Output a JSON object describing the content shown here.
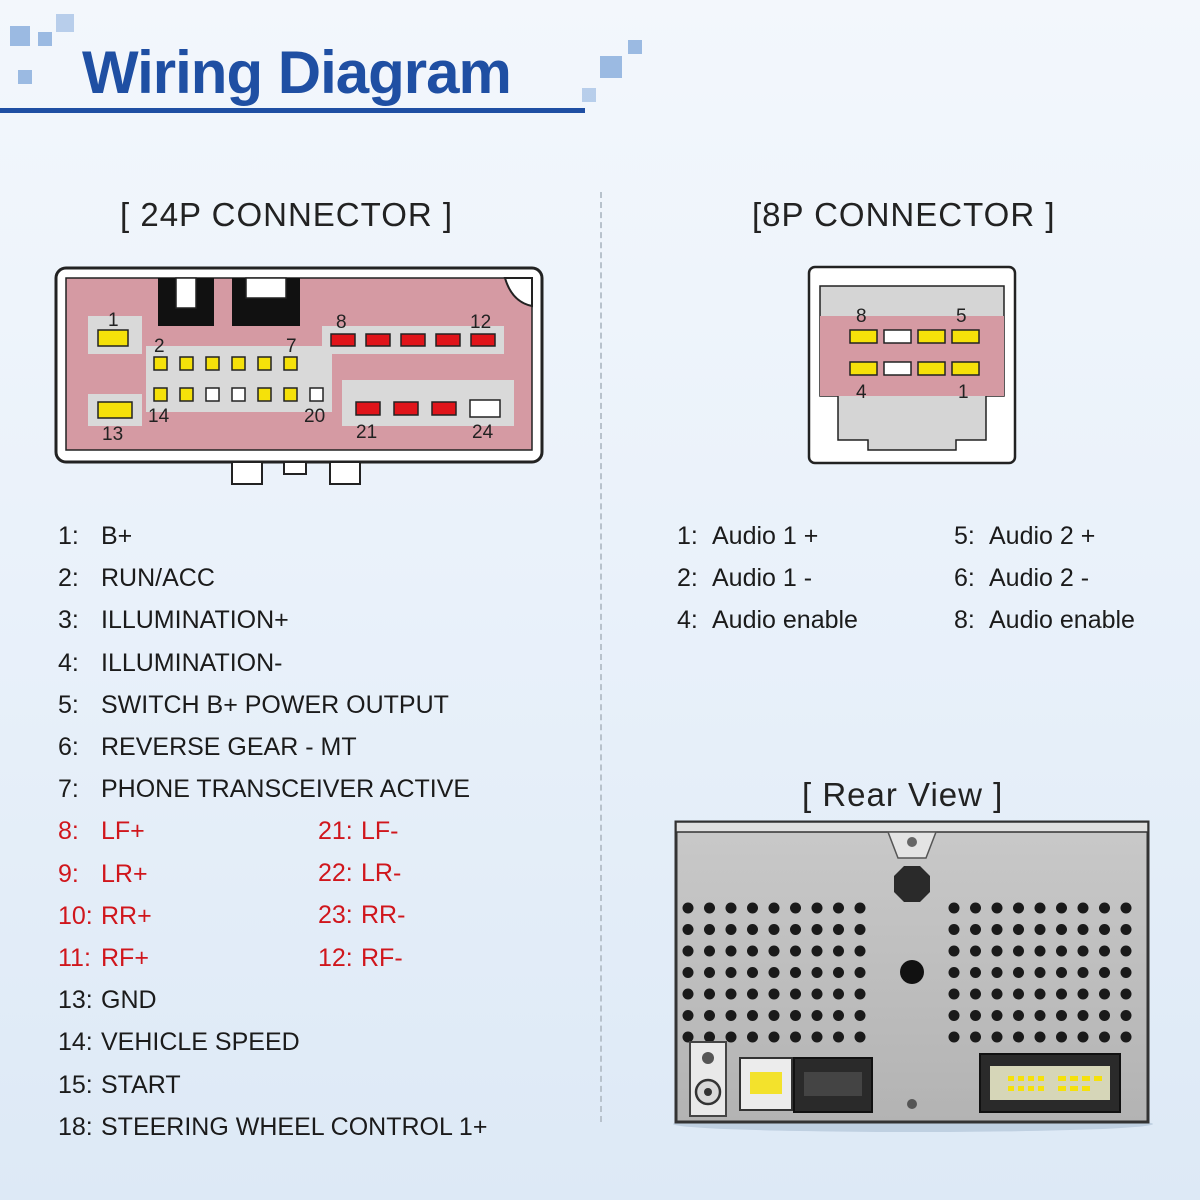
{
  "header": {
    "title": "Wiring Diagram"
  },
  "connector24": {
    "title": "[ 24P CONNECTOR ]",
    "pin_labels": {
      "p1": "1",
      "p2": "2",
      "p7": "7",
      "p8": "8",
      "p12": "12",
      "p13": "13",
      "p14": "14",
      "p20": "20",
      "p21": "21",
      "p24": "24"
    }
  },
  "connector8": {
    "title": "[8P CONNECTOR ]",
    "pin_labels": {
      "p8": "8",
      "p5": "5",
      "p4": "4",
      "p1": "1"
    }
  },
  "rear": {
    "title": "[ Rear View ]"
  },
  "legend24": [
    {
      "num": "1:",
      "label": "B+",
      "color": "#1b1b1b"
    },
    {
      "num": "2:",
      "label": "RUN/ACC",
      "color": "#1b1b1b"
    },
    {
      "num": "3:",
      "label": "ILLUMINATION+",
      "color": "#1b1b1b"
    },
    {
      "num": "4:",
      "label": "ILLUMINATION-",
      "color": "#1b1b1b"
    },
    {
      "num": "5:",
      "label": "SWITCH B+ POWER OUTPUT",
      "color": "#1b1b1b"
    },
    {
      "num": "6:",
      "label": "REVERSE GEAR - MT",
      "color": "#1b1b1b"
    },
    {
      "num": "7:",
      "label": "PHONE TRANSCEIVER ACTIVE",
      "color": "#1b1b1b"
    },
    {
      "num": "8:",
      "label": "LF+",
      "color": "#d0161c"
    },
    {
      "num": "9:",
      "label": "LR+",
      "color": "#d0161c"
    },
    {
      "num": "10:",
      "label": "RR+",
      "color": "#d0161c"
    },
    {
      "num": "11:",
      "label": "RF+",
      "color": "#d0161c"
    },
    {
      "num": "13:",
      "label": "GND",
      "color": "#1b1b1b"
    },
    {
      "num": "14:",
      "label": "VEHICLE SPEED",
      "color": "#1b1b1b"
    },
    {
      "num": "15:",
      "label": "START",
      "color": "#1b1b1b"
    },
    {
      "num": "18:",
      "label": "STEERING WHEEL CONTROL 1+",
      "color": "#1b1b1b"
    }
  ],
  "legend24_neg": [
    {
      "num": "21:",
      "label": "LF-"
    },
    {
      "num": "22:",
      "label": "LR-"
    },
    {
      "num": "23:",
      "label": "RR-"
    },
    {
      "num": "12:",
      "label": "RF-"
    }
  ],
  "legend8": [
    {
      "num": "1:",
      "label": "Audio 1 +"
    },
    {
      "num": "2:",
      "label": "Audio 1 -"
    },
    {
      "num": "4:",
      "label": "Audio enable"
    },
    {
      "num": "5:",
      "label": "Audio 2 +"
    },
    {
      "num": "6:",
      "label": "Audio 2 -"
    },
    {
      "num": "8:",
      "label": "Audio enable"
    }
  ],
  "colors": {
    "brand_blue": "#1f4fa3",
    "connector_pink": "#d59aa3",
    "pin_yellow": "#f5e10a",
    "pin_red": "#e0141a",
    "pin_white": "#ffffff",
    "negative_red": "#d0161c"
  }
}
